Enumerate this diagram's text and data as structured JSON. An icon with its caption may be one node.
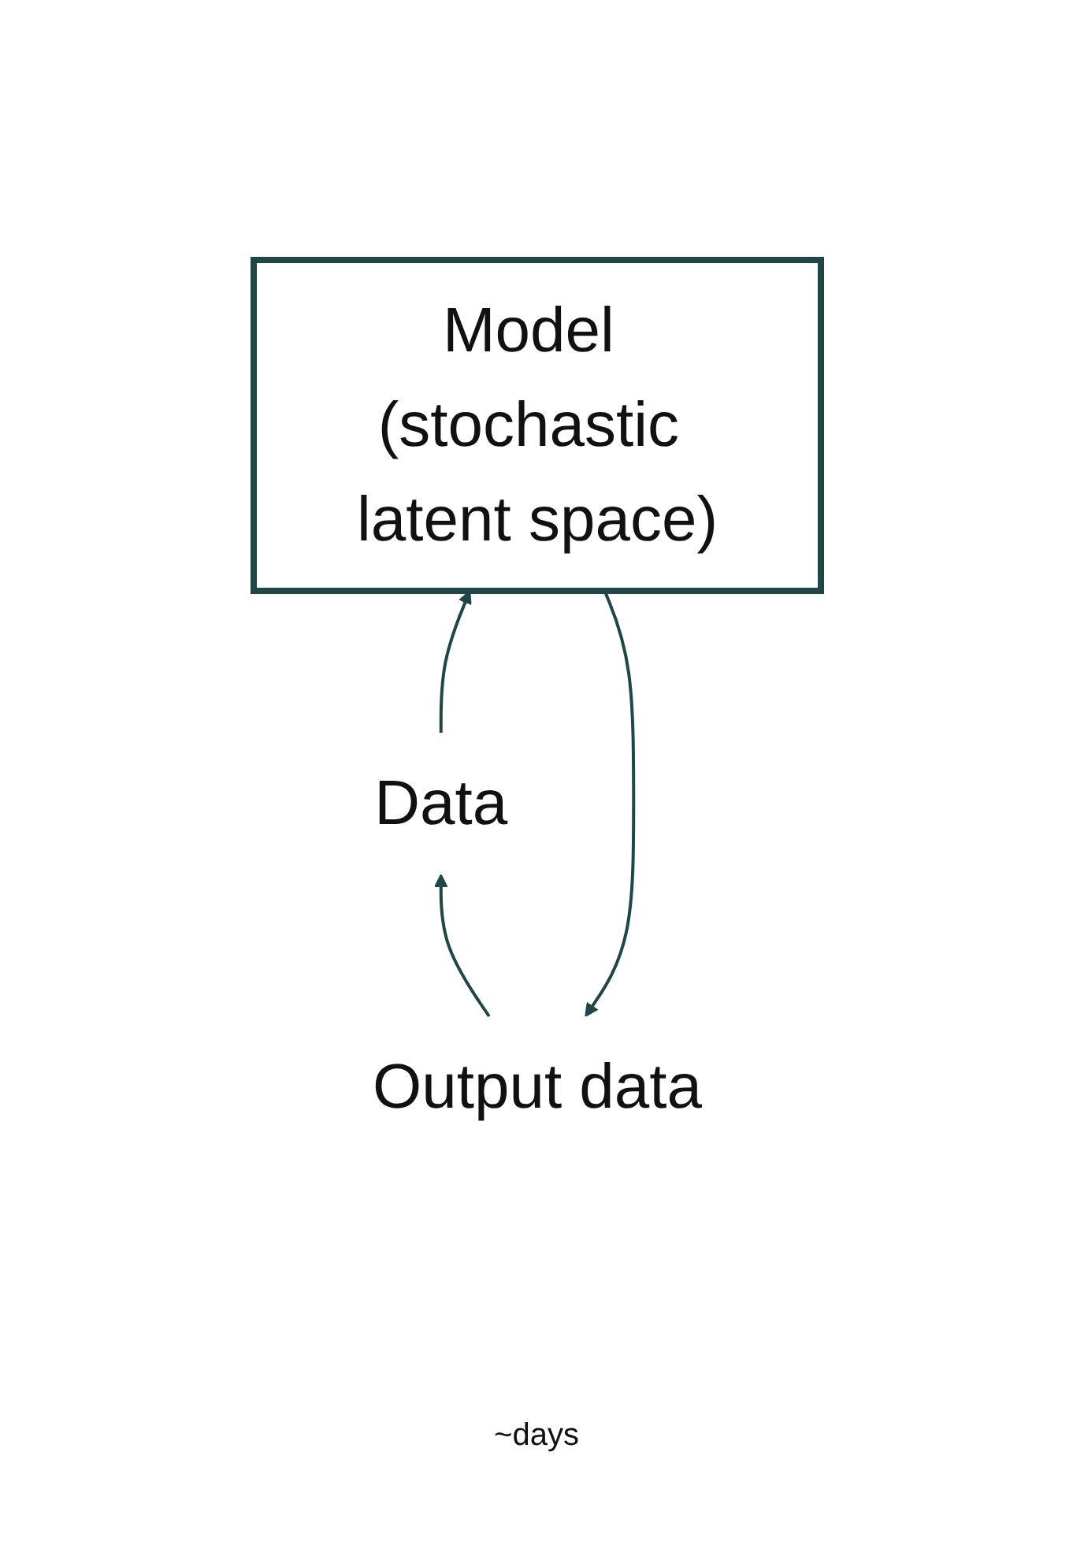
{
  "diagram": {
    "nodes": [
      {
        "text": [
          "Output data"
        ]
      },
      {
        "text": [
          "Model (stochastic latent space)"
        ]
      },
      {
        "text": [
          "Data"
        ]
      }
    ],
    "edges": [
      {
        "from": 2,
        "to": 1,
        "arrow": "to"
      },
      {
        "from": 1,
        "to": 0,
        "arrow": "to"
      },
      {
        "from": 0,
        "to": 2,
        "arrow": "to"
      }
    ],
    "labels": [
      "~days"
    ]
  }
}
